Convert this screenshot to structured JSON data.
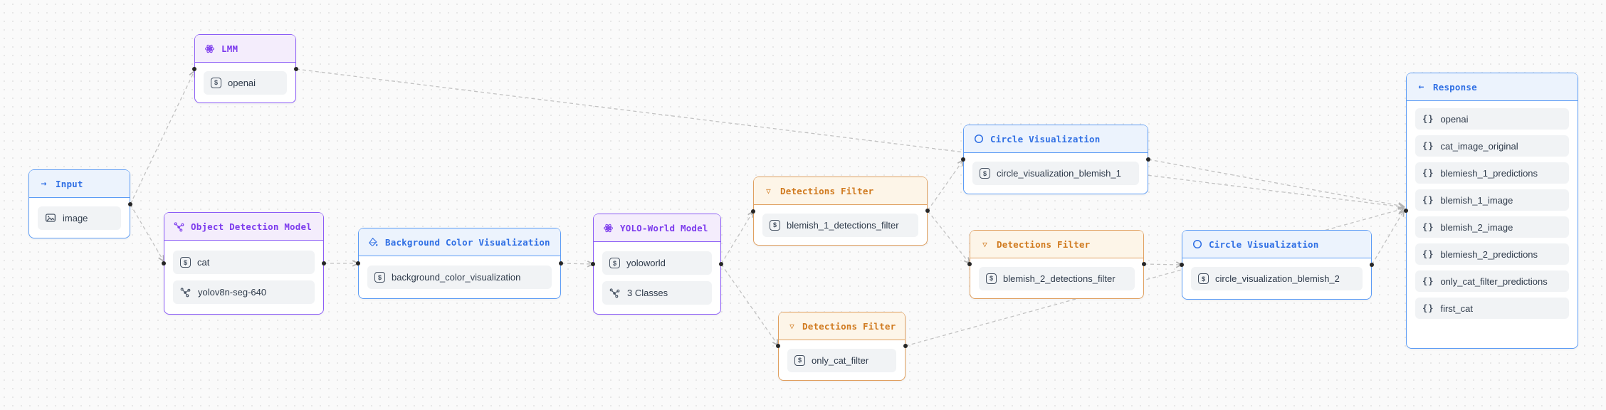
{
  "app": {
    "name": "workflow-editor-canvas"
  },
  "colors": {
    "model_purple": "#8b5cf6",
    "io_blue": "#5c9cf5",
    "filter_orange": "#e0a060",
    "purple_text": "#7c3aed",
    "blue_text": "#2f6fe4",
    "orange_text": "#d07a1f",
    "item_bg": "#f1f3f5",
    "edge_gray": "#c2c2c2"
  },
  "nodes": [
    {
      "id": "lmm",
      "title": "LMM",
      "header_icon": "atom-icon",
      "theme": "purple",
      "items": [
        {
          "icon": "parameter-icon",
          "label": "openai"
        }
      ]
    },
    {
      "id": "input",
      "title": "Input",
      "header_icon": "arrow-right-icon",
      "theme": "blue",
      "items": [
        {
          "icon": "image-icon",
          "label": "image"
        }
      ]
    },
    {
      "id": "object_detection_model",
      "title": "Object Detection Model",
      "header_icon": "network-icon",
      "theme": "purple",
      "items": [
        {
          "icon": "parameter-icon",
          "label": "cat"
        },
        {
          "icon": "network-icon",
          "label": "yolov8n-seg-640"
        }
      ]
    },
    {
      "id": "background_color_visualization",
      "title": "Background Color Visualization",
      "header_icon": "paint-bucket-icon",
      "theme": "blue",
      "items": [
        {
          "icon": "parameter-icon",
          "label": "background_color_visualization"
        }
      ]
    },
    {
      "id": "yolo_world_model",
      "title": "YOLO-World Model",
      "header_icon": "atom-icon",
      "theme": "purple",
      "items": [
        {
          "icon": "parameter-icon",
          "label": "yoloworld"
        },
        {
          "icon": "network-icon",
          "label": "3 Classes"
        }
      ]
    },
    {
      "id": "blemish_1_detections_filter",
      "title": "Detections Filter",
      "header_icon": "funnel-icon",
      "theme": "orange",
      "items": [
        {
          "icon": "parameter-icon",
          "label": "blemish_1_detections_filter"
        }
      ]
    },
    {
      "id": "circle_visualization_blemish_1",
      "title": "Circle Visualization",
      "header_icon": "circle-icon",
      "theme": "blue",
      "items": [
        {
          "icon": "parameter-icon",
          "label": "circle_visualization_blemish_1"
        }
      ]
    },
    {
      "id": "blemish_2_detections_filter",
      "title": "Detections Filter",
      "header_icon": "funnel-icon",
      "theme": "orange",
      "items": [
        {
          "icon": "parameter-icon",
          "label": "blemish_2_detections_filter"
        }
      ]
    },
    {
      "id": "circle_visualization_blemish_2",
      "title": "Circle Visualization",
      "header_icon": "circle-icon",
      "theme": "blue",
      "items": [
        {
          "icon": "parameter-icon",
          "label": "circle_visualization_blemish_2"
        }
      ]
    },
    {
      "id": "only_cat_filter",
      "title": "Detections Filter",
      "header_icon": "funnel-icon",
      "theme": "orange",
      "items": [
        {
          "icon": "parameter-icon",
          "label": "only_cat_filter"
        }
      ]
    },
    {
      "id": "response",
      "title": "Response",
      "header_icon": "arrow-left-icon",
      "theme": "blue",
      "items": [
        {
          "icon": "braces-icon",
          "label": "openai"
        },
        {
          "icon": "braces-icon",
          "label": "cat_image_original"
        },
        {
          "icon": "braces-icon",
          "label": "blemiesh_1_predictions"
        },
        {
          "icon": "braces-icon",
          "label": "blemish_1_image"
        },
        {
          "icon": "braces-icon",
          "label": "blemish_2_image"
        },
        {
          "icon": "braces-icon",
          "label": "blemiesh_2_predictions"
        },
        {
          "icon": "braces-icon",
          "label": "only_cat_filter_predictions"
        },
        {
          "icon": "braces-icon",
          "label": "first_cat"
        }
      ]
    }
  ],
  "edges": [
    {
      "from": "input",
      "to": "lmm"
    },
    {
      "from": "input",
      "to": "object_detection_model"
    },
    {
      "from": "object_detection_model",
      "to": "background_color_visualization"
    },
    {
      "from": "background_color_visualization",
      "to": "yolo_world_model"
    },
    {
      "from": "yolo_world_model",
      "to": "blemish_1_detections_filter"
    },
    {
      "from": "yolo_world_model",
      "to": "only_cat_filter"
    },
    {
      "from": "blemish_1_detections_filter",
      "to": "circle_visualization_blemish_1"
    },
    {
      "from": "blemish_1_detections_filter",
      "to": "blemish_2_detections_filter"
    },
    {
      "from": "blemish_2_detections_filter",
      "to": "circle_visualization_blemish_2"
    },
    {
      "from": "circle_visualization_blemish_1",
      "to": "response"
    },
    {
      "from": "circle_visualization_blemish_2",
      "to": "response"
    },
    {
      "from": "only_cat_filter",
      "to": "response"
    },
    {
      "from": "lmm",
      "to": "response"
    }
  ]
}
